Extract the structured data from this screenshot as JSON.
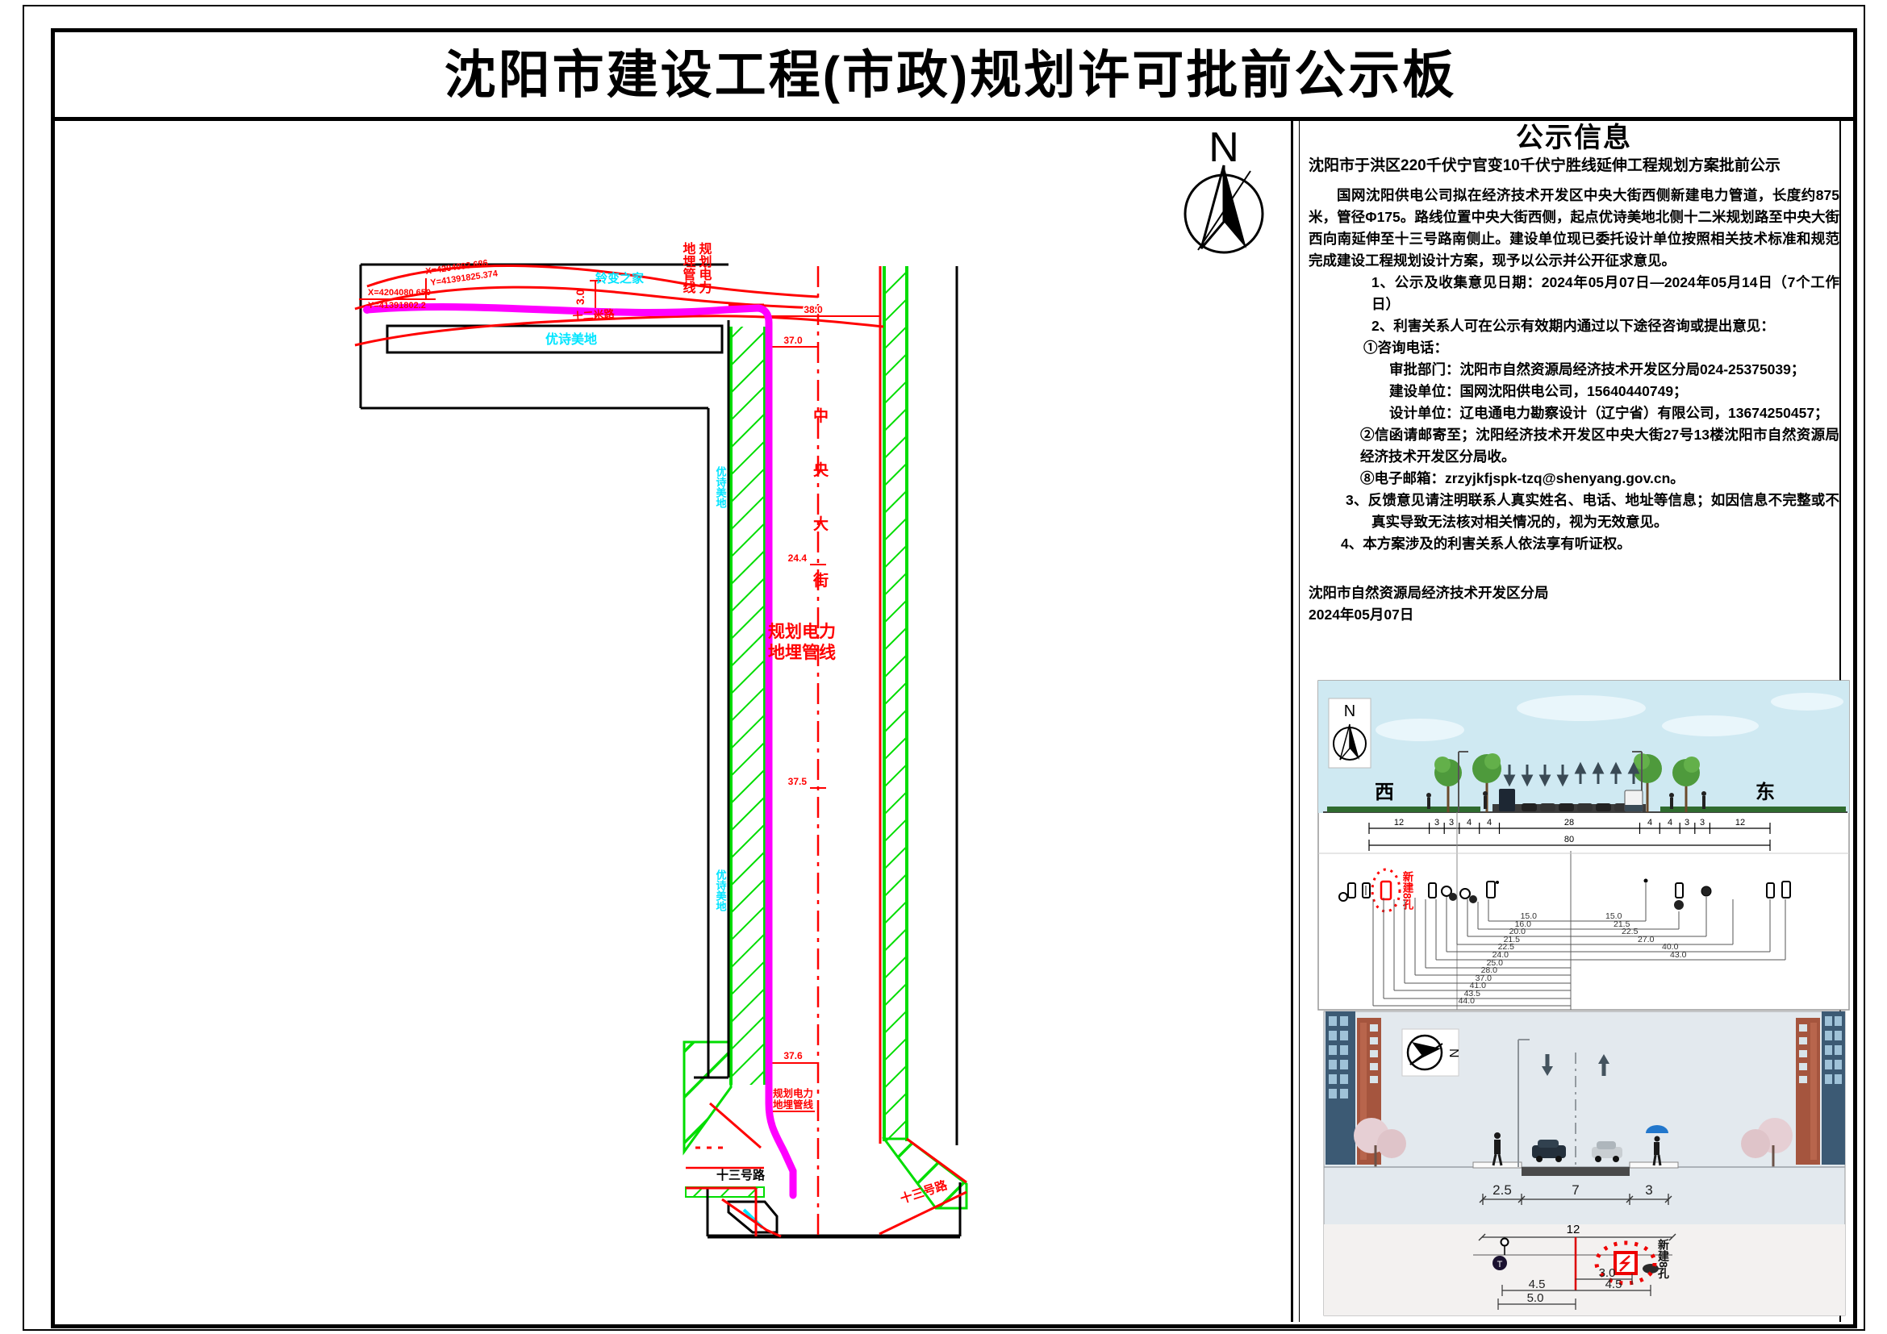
{
  "sheet": {
    "title": "沈阳市建设工程(市政)规划许可批前公示板"
  },
  "compass": {
    "n": "N"
  },
  "notice": {
    "heading": "公示信息",
    "subheading": "沈阳市于洪区220千伏宁官变10千伏宁胜线延伸工程规划方案批前公示",
    "para1": "国网沈阳供电公司拟在经济技术开发区中央大街西侧新建电力管道，长度约875米，管径Φ175。路线位置中央大街西侧，起点优诗美地北侧十二米规划路至中央大街西向南延伸至十三号路南侧止。建设单位现已委托设计单位按照相关技术标准和规范完成建设工程规划设计方案，现予以公示并公开征求意见。",
    "item1": "1、公示及收集意见日期：2024年05月07日—2024年05月14日（7个工作日）",
    "item2": "2、利害关系人可在公示有效期内通过以下途径咨询或提出意见：",
    "phone_head": "①咨询电话：",
    "phone_lines": [
      "审批部门：沈阳市自然资源局经济技术开发区分局024-25375039；",
      "建设单位：国网沈阳供电公司，15640440749；",
      "设计单位：辽电通电力勘察设计（辽宁省）有限公司，13674250457；"
    ],
    "mail_line": "②信函请邮寄至；沈阳经济技术开发区中央大街27号13楼沈阳市自然资源局经济技术开发区分局收。",
    "email_line": "⑧电子邮箱：zrzyjkfjspk-tzq@shenyang.gov.cn。",
    "item3": "3、反馈意见请注明联系人真实姓名、电话、地址等信息；如因信息不完整或不真实导致无法核对相关情况的，视为无效意见。",
    "item4": "4、本方案涉及的利害关系人依法享有听证权。",
    "signoff": "沈阳市自然资源局经济技术开发区分局",
    "date": "2024年05月07日"
  },
  "map": {
    "labels": {
      "coord_a1": "X=4204093.686",
      "coord_a2": "Y=41391825.374",
      "coord_b1": "X=4204080.650",
      "coord_b2": "Y=41391802.2",
      "community1": "铃变之家",
      "community2": "优诗美地",
      "side_label1": "优诗美地",
      "side_label2": "优诗美地",
      "pipe_big_1": "规划电力",
      "pipe_big_2": "地埋管线",
      "pipe_small_1": "规划电力",
      "pipe_small_2": "地埋管线",
      "pipe_vert_1": "规划电力",
      "pipe_vert_2": "地埋管线",
      "road12": "十二米路",
      "dim_3_0": "3.0",
      "street_chars": [
        "中",
        "央",
        "大",
        "街"
      ],
      "dim_38": "38.0",
      "dim_37": "37.0",
      "dim_24": "24.4",
      "dim_375": "37.5",
      "dim_376": "37.6",
      "road13_black": "十三号路",
      "road13_red": "十三号路"
    },
    "colors": {
      "pipeline": "#ff00ff",
      "planning_red": "#ff0000",
      "green_belt": "#00dd00",
      "survey_cyan": "#00e5ff"
    }
  },
  "fig1": {
    "n": "N",
    "west": "西",
    "east": "东",
    "dims": [
      "12",
      "3",
      "3",
      "4",
      "4",
      "28",
      "4",
      "4",
      "3",
      "3",
      "12"
    ],
    "total": "80"
  },
  "fig2": {
    "new8_label": "新建8孔",
    "left_dims": [
      "15.0",
      "16.0",
      "20.0",
      "21.5",
      "22.5",
      "24.0",
      "25.0",
      "28.0",
      "37.0",
      "41.0",
      "43.5",
      "44.0"
    ],
    "right_dims": [
      "15.0",
      "21.5",
      "22.5",
      "27.0",
      "40.0",
      "43.0"
    ]
  },
  "fig3": {
    "n": "N",
    "dims_top": [
      "2.5",
      "7",
      "3"
    ],
    "dim_12": "12",
    "dim_30": "3.0",
    "dim_45l": "4.5",
    "dim_45r": "4.5",
    "dim_50": "5.0",
    "new8_label": "新建8孔"
  }
}
